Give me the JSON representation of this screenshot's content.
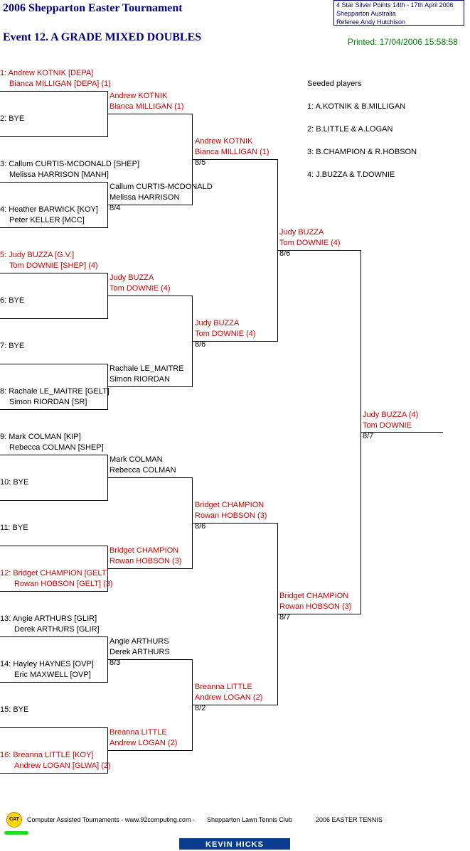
{
  "header": {
    "tournament": "2006 Shepparton Easter Tournament",
    "event": "Event 12. A GRADE MIXED DOUBLES",
    "info_line1": "4 Star Silver Points   14th - 17th April 2006",
    "info_line2": "Shepparton    Australia",
    "info_line3": "Referee   Andy Hutchison",
    "printed": "Printed: 17/04/2006 15:58:58"
  },
  "seeds": {
    "title": "Seeded players",
    "list": [
      "1: A.KOTNIK & B.MILLIGAN",
      "2: B.LITTLE & A.LOGAN",
      "3: B.CHAMPION & R.HOBSON",
      "4: J.BUZZA & T.DOWNIE"
    ]
  },
  "round1": [
    {
      "l1": "1: Andrew KOTNIK [DEPA]",
      "l2": "Bianca MILLIGAN [DEPA] (1)",
      "red": true
    },
    {
      "l1": "2: BYE",
      "l2": "",
      "red": false
    },
    {
      "l1": "3: Callum CURTIS-MCDONALD [SHEP]",
      "l2": "Melissa HARRISON [MANH]",
      "red": false
    },
    {
      "l1": "4: Heather BARWICK [KOY]",
      "l2": "Peter KELLER [MCC]",
      "red": false
    },
    {
      "l1": "5: Judy BUZZA [G.V.]",
      "l2": "Tom DOWNIE [SHEP] (4)",
      "red": true
    },
    {
      "l1": "6: BYE",
      "l2": "",
      "red": false
    },
    {
      "l1": "7: BYE",
      "l2": "",
      "red": false
    },
    {
      "l1": "8: Rachale LE_MAITRE [GELT]",
      "l2": "Simon RIORDAN [SR]",
      "red": false
    },
    {
      "l1": "9: Mark COLMAN [KIP]",
      "l2": "Rebecca COLMAN [SHEP]",
      "red": false
    },
    {
      "l1": "10: BYE",
      "l2": "",
      "red": false
    },
    {
      "l1": "11: BYE",
      "l2": "",
      "red": false
    },
    {
      "l1": "12: Bridget CHAMPION [GELT]",
      "l2": "Rowan HOBSON [GELT] (3)",
      "red": true
    },
    {
      "l1": "13: Angie ARTHURS [GLIR]",
      "l2": "Derek ARTHURS [GLIR]",
      "red": false
    },
    {
      "l1": "14: Hayley HAYNES [OVP]",
      "l2": "Eric MAXWELL [OVP]",
      "red": false
    },
    {
      "l1": "15: BYE",
      "l2": "",
      "red": false
    },
    {
      "l1": "16: Breanna LITTLE [KOY]",
      "l2": "Andrew LOGAN [GLWA] (2)",
      "red": true
    }
  ],
  "round2": [
    {
      "l1": "Andrew KOTNIK",
      "l2": "Bianca MILLIGAN (1)",
      "score": "",
      "red": true
    },
    {
      "l1": "Callum CURTIS-MCDONALD",
      "l2": "Melissa HARRISON",
      "score": "8/4",
      "red": false
    },
    {
      "l1": "Judy BUZZA",
      "l2": "Tom DOWNIE (4)",
      "score": "",
      "red": true
    },
    {
      "l1": "Rachale LE_MAITRE",
      "l2": "Simon RIORDAN",
      "score": "",
      "red": false
    },
    {
      "l1": "Mark COLMAN",
      "l2": "Rebecca COLMAN",
      "score": "",
      "red": false
    },
    {
      "l1": "Bridget CHAMPION",
      "l2": "Rowan HOBSON (3)",
      "score": "",
      "red": true
    },
    {
      "l1": "Angie ARTHURS",
      "l2": "Derek ARTHURS",
      "score": "8/3",
      "red": false
    },
    {
      "l1": "Breanna LITTLE",
      "l2": "Andrew LOGAN (2)",
      "score": "",
      "red": true
    }
  ],
  "round3": [
    {
      "l1": "Andrew KOTNIK",
      "l2": "Bianca MILLIGAN (1)",
      "score": "8/5",
      "red": true
    },
    {
      "l1": "Judy BUZZA",
      "l2": "Tom DOWNIE (4)",
      "score": "8/6",
      "red": true
    },
    {
      "l1": "Bridget CHAMPION",
      "l2": "Rowan HOBSON (3)",
      "score": "8/6",
      "red": true
    },
    {
      "l1": "Breanna LITTLE",
      "l2": "Andrew LOGAN (2)",
      "score": "8/2",
      "red": true
    }
  ],
  "round4": [
    {
      "l1": "Judy BUZZA",
      "l2": "Tom DOWNIE (4)",
      "score": "8/6",
      "red": true
    },
    {
      "l1": "Bridget CHAMPION",
      "l2": "Rowan HOBSON (3)",
      "score": "8/7",
      "red": true
    }
  ],
  "final": {
    "l1": "Judy BUZZA (4)",
    "l2": "Tom DOWNIE",
    "score": "8/7",
    "red": true
  },
  "footer": {
    "cat_logo": "CAT",
    "text1": "Computer Assisted Tournaments - www.92computing.com -",
    "text2": "Shepparton Lawn Tennis Club",
    "text3": "2006 EASTER TENNIS",
    "sponsor": "KEVIN HICKS"
  }
}
